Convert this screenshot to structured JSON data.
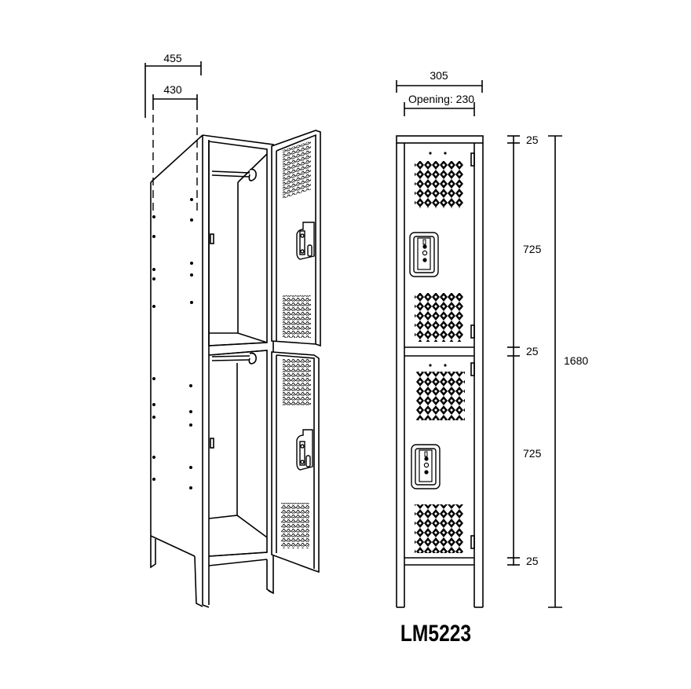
{
  "drawing": {
    "type": "technical-drawing",
    "subject": "double-tier steel locker",
    "model_number": "LM5223",
    "stroke_color": "#000000",
    "background_color": "#ffffff"
  },
  "isometric_view": {
    "dimensions": {
      "overall_depth": "455",
      "inner_depth": "430"
    },
    "tiers": [
      {
        "name": "upper",
        "door": "open",
        "features": [
          "coat-rod",
          "vent-pattern-top",
          "vent-pattern-bottom",
          "latch"
        ]
      },
      {
        "name": "lower",
        "door": "open",
        "features": [
          "coat-rod",
          "vent-pattern-top",
          "vent-pattern-bottom",
          "latch"
        ]
      }
    ]
  },
  "front_view": {
    "dimensions": {
      "overall_width": "305",
      "opening_label": "Opening: 230",
      "top_gap": "25",
      "upper_door": "725",
      "middle_gap": "25",
      "lower_door": "725",
      "bottom_gap": "25",
      "overall_height": "1680"
    },
    "doors": [
      {
        "name": "upper-door",
        "vents": 2,
        "lock": "latch-handle"
      },
      {
        "name": "lower-door",
        "vents": 2,
        "lock": "latch-handle"
      }
    ]
  }
}
